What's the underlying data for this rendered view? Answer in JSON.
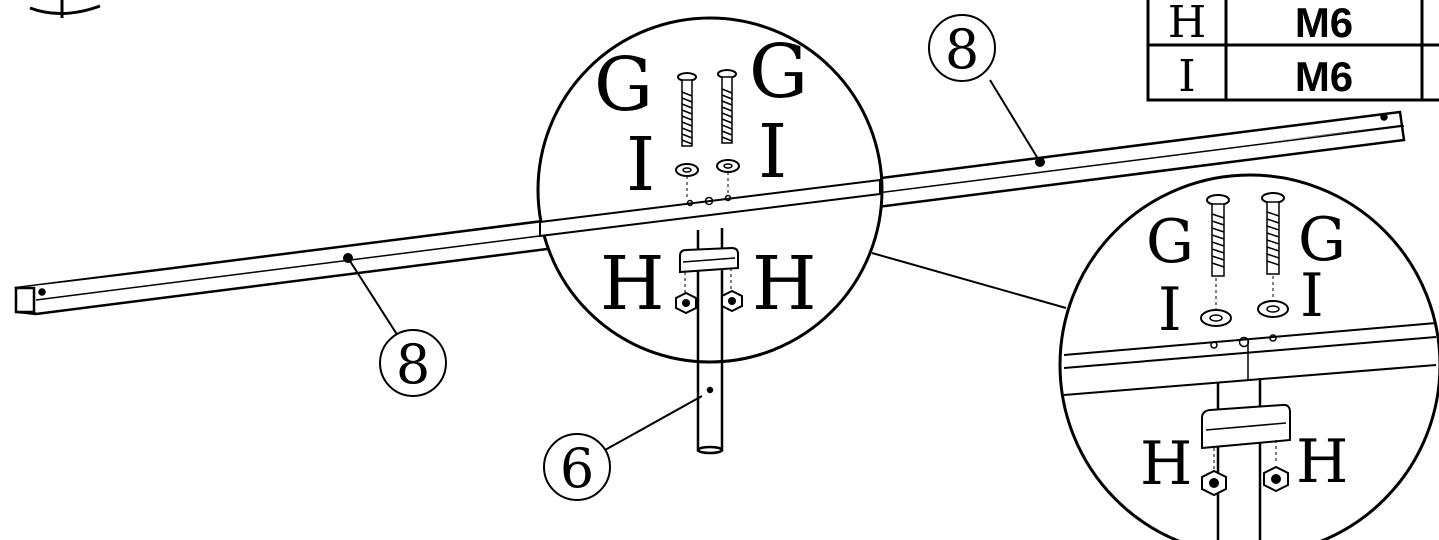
{
  "parts_table": {
    "rows": [
      {
        "code": "H",
        "size": "M6"
      },
      {
        "code": "I",
        "size": "M6"
      }
    ]
  },
  "callouts": {
    "bar_upper": "8",
    "bar_lower": "8",
    "post": "6"
  },
  "detail_main": {
    "g_left": "G",
    "g_right": "G",
    "i_left": "I",
    "i_right": "I",
    "h_left": "H",
    "h_right": "H"
  },
  "detail_zoom": {
    "g_left": "G",
    "g_right": "G",
    "i_left": "I",
    "i_right": "I",
    "h_left": "H",
    "h_right": "H"
  },
  "colors": {
    "ink": "#000000",
    "paper": "#ffffff"
  }
}
